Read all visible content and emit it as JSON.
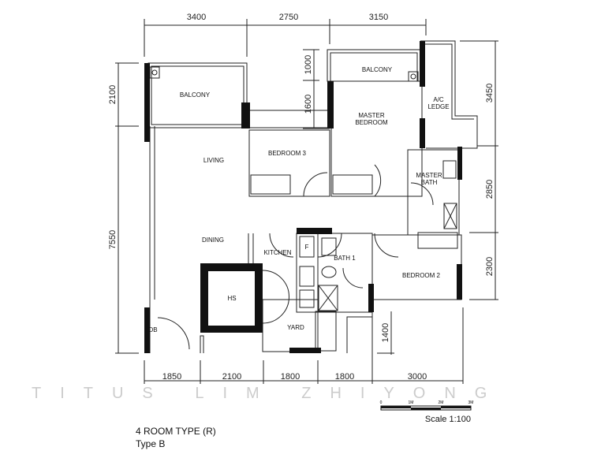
{
  "plan": {
    "rooms": {
      "balcony_left": "BALCONY",
      "balcony_top": "BALCONY",
      "ac_ledge_1": "A/C",
      "ac_ledge_2": "LEDGE",
      "master_bedroom_1": "MASTER",
      "master_bedroom_2": "BEDROOM",
      "bedroom3": "BEDROOM 3",
      "living": "LIVING",
      "master_bath_1": "MASTER",
      "master_bath_2": "BATH",
      "dining": "DINING",
      "kitchen": "KITCHEN",
      "fridge": "F",
      "bath1": "BATH 1",
      "bedroom2": "BEDROOM 2",
      "hs": "HS",
      "yard": "YARD",
      "db": "DB"
    },
    "dims_top": [
      "3400",
      "2750",
      "3150"
    ],
    "dims_left": [
      "2100",
      "7550"
    ],
    "dims_right": [
      "3450",
      "2850",
      "2300"
    ],
    "dims_balcony": [
      "1000",
      "1600"
    ],
    "dims_bottom": [
      "1850",
      "2100",
      "1800",
      "1800",
      "3000"
    ],
    "dim_1400": "1400"
  },
  "scale": {
    "ticks": [
      "0",
      "1M",
      "2M",
      "3M"
    ],
    "label": "Scale  1:100"
  },
  "watermark": "TITUS LIM ZHIYONG",
  "caption": {
    "title": "4 ROOM TYPE (R)",
    "subtitle": "Type B"
  }
}
